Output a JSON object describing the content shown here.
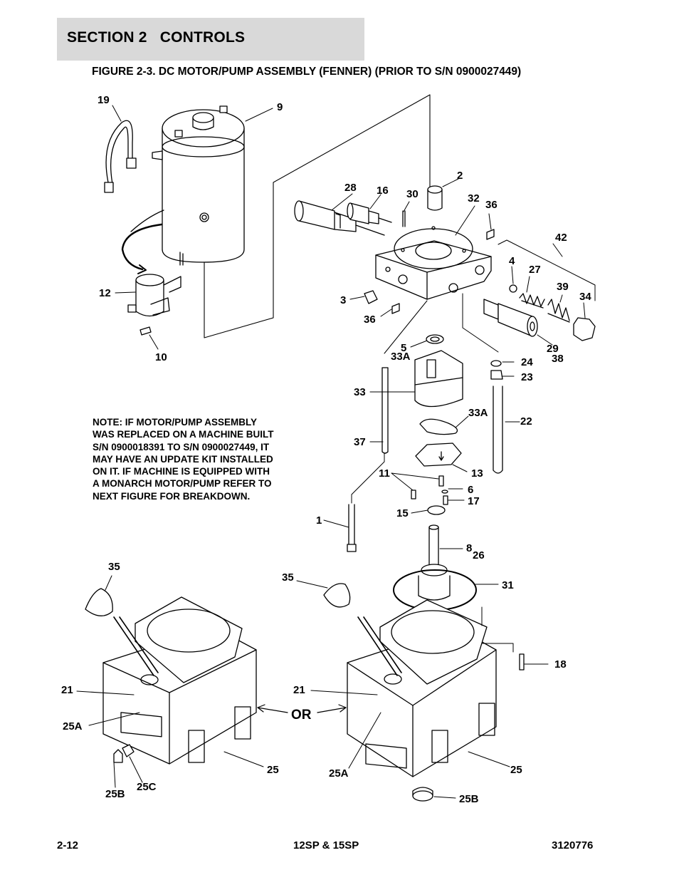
{
  "header": {
    "section": "SECTION 2",
    "title": "CONTROLS"
  },
  "figure_title": "FIGURE 2-3. DC MOTOR/PUMP ASSEMBLY (FENNER) (PRIOR TO S/N 0900027449)",
  "note_lines": [
    "NOTE: IF MOTOR/PUMP ASSEMBLY",
    "WAS REPLACED ON A MACHINE BUILT",
    "S/N 0900018391 TO S/N 0900027449, IT",
    "MAY HAVE AN UPDATE KIT INSTALLED",
    "ON IT.  IF MACHINE IS EQUIPPED WITH",
    "A MONARCH MOTOR/PUMP REFER TO",
    "NEXT FIGURE FOR BREAKDOWN."
  ],
  "callouts": {
    "c19": "19",
    "c9": "9",
    "c2": "2",
    "c28": "28",
    "c16": "16",
    "c30": "30",
    "c32": "32",
    "c36a": "36",
    "c42": "42",
    "c4": "4",
    "c27": "27",
    "c39": "39",
    "c34": "34",
    "c12": "12",
    "c3": "3",
    "c36b": "36",
    "c10": "10",
    "c29": "29",
    "c38": "38",
    "c5": "5",
    "c33Aa": "33A",
    "c24": "24",
    "c23": "23",
    "c33": "33",
    "c33Ab": "33A",
    "c22": "22",
    "c37": "37",
    "c13": "13",
    "c11": "11",
    "c6": "6",
    "c17": "17",
    "c15": "15",
    "c1": "1",
    "c8": "8",
    "c26": "26",
    "c35a": "35",
    "c35b": "35",
    "c31": "31",
    "c18": "18",
    "c21a": "21",
    "c21b": "21",
    "c25Aa": "25A",
    "c25Ab": "25A",
    "c25a": "25",
    "c25b": "25",
    "c25Ba": "25B",
    "c25Bb": "25B",
    "c25C": "25C"
  },
  "or_label": "OR",
  "footer": {
    "page": "2-12",
    "model": "12SP & 15SP",
    "doc_number": "3120776"
  }
}
